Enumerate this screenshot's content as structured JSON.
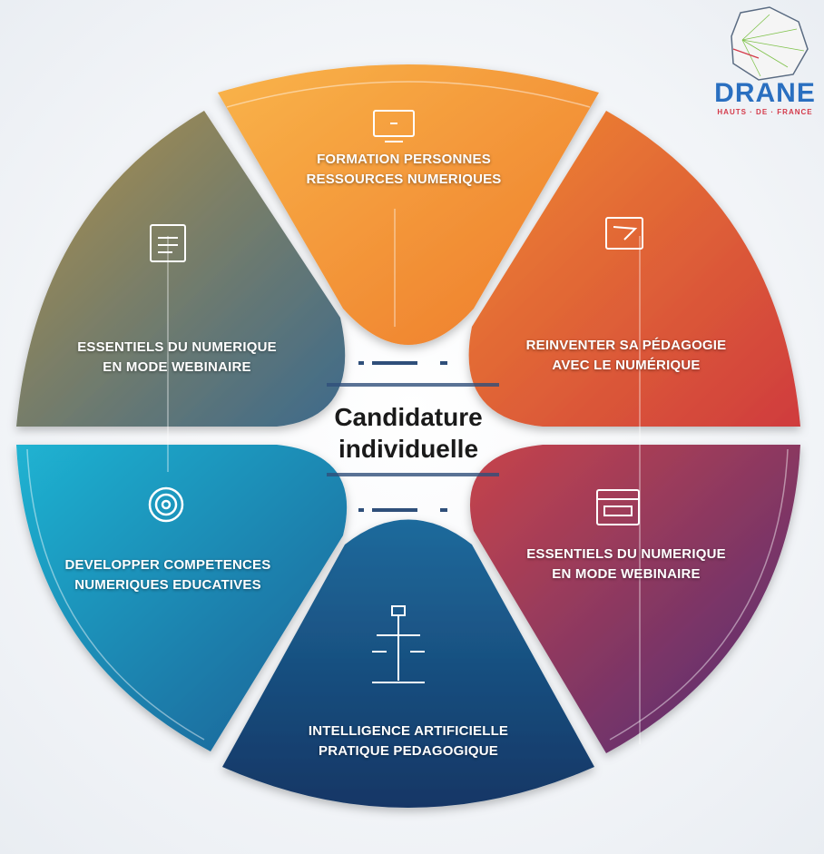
{
  "center": {
    "line1": "Candidature",
    "line2": "individuelle"
  },
  "segments": [
    {
      "name": "formation",
      "line1": "FORMATION PERSONNES",
      "line2": "RESSOURCES NUMERIQUES",
      "icon": "monitor-icon",
      "color_a": "#f7a53c",
      "color_b": "#ef7d2c"
    },
    {
      "name": "reinventer",
      "line1": "REINVENTER SA PÉDAGOGIE",
      "line2": "AVEC LE NUMÉRIQUE",
      "icon": "projector-icon",
      "color_a": "#f08030",
      "color_b": "#d9403a"
    },
    {
      "name": "essentiels-right",
      "line1": "ESSENTIELS DU NUMERIQUE",
      "line2": "EN MODE WEBINAIRE",
      "icon": "browser-icon",
      "color_a": "#c8404a",
      "color_b": "#5a2f7a"
    },
    {
      "name": "intelligence",
      "line1": "INTELLIGENCE ARTIFICIELLE",
      "line2": "PRATIQUE PEDAGOGIQUE",
      "icon": "scale-icon",
      "color_a": "#1d5e92",
      "color_b": "#143a6a"
    },
    {
      "name": "developper",
      "line1": "DEVELOPPER COMPETENCES",
      "line2": "NUMERIQUES EDUCATIVES",
      "icon": "target-icon",
      "color_a": "#1aa3c9",
      "color_b": "#1a5f95"
    },
    {
      "name": "essentiels-left",
      "line1": "ESSENTIELS DU NUMERIQUE",
      "line2": "EN MODE WEBINAIRE",
      "icon": "document-icon",
      "color_a": "#a58a4a",
      "color_b": "#3f6a8a"
    }
  ],
  "logo": {
    "title": "DRANE",
    "subtitle": "HAUTS · DE · FRANCE"
  }
}
